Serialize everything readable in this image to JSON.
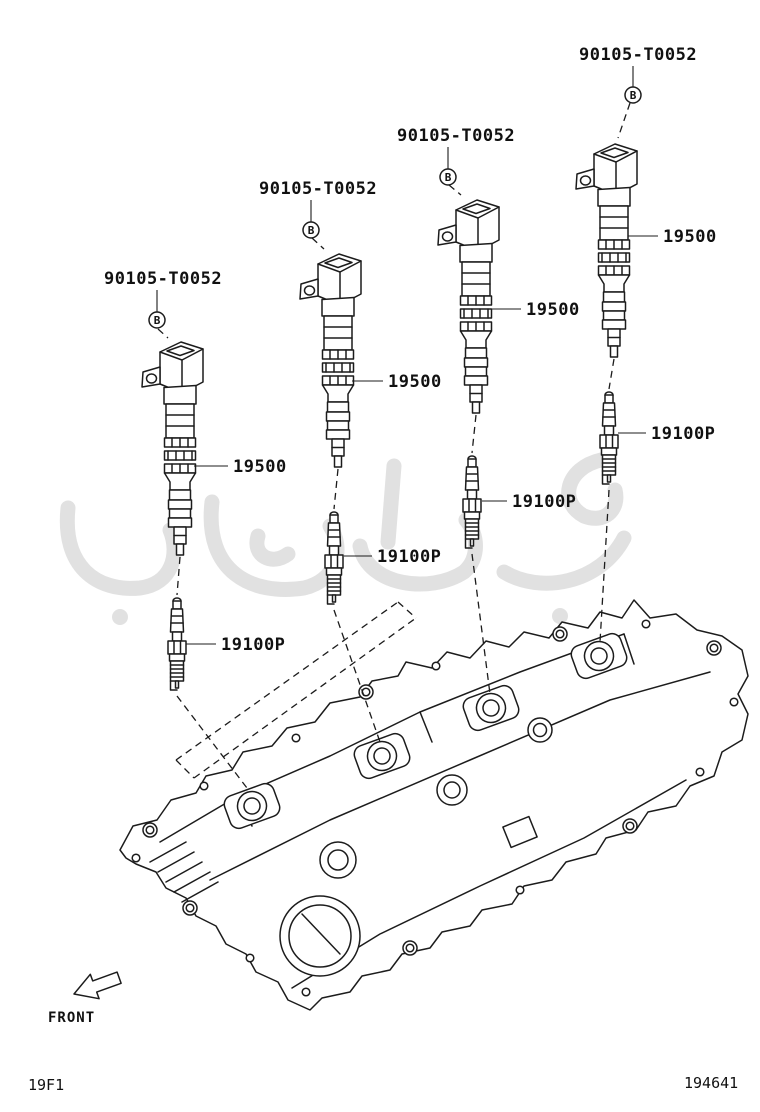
{
  "page": {
    "background_color": "#ffffff",
    "line_color": "#1c1c1c",
    "watermark_color": "#c9c9c9"
  },
  "figure": {
    "footer_left_code": "19F1",
    "footer_right_code": "194641",
    "front_label": "FRONT"
  },
  "parts": {
    "bolt": {
      "part_number": "90105-T0052",
      "callout_marker": "B",
      "occurrences": 4
    },
    "ignition_coil": {
      "part_number": "19500",
      "occurrences": 4
    },
    "spark_plug": {
      "part_number": "19100P",
      "occurrences": 4
    }
  }
}
